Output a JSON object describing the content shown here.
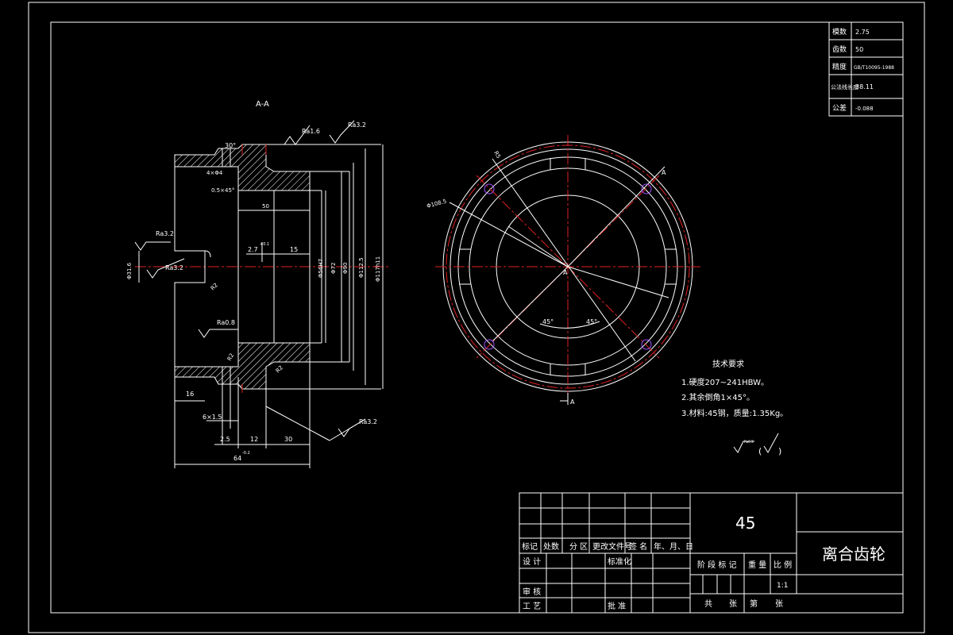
{
  "section_title": "A-A",
  "top_right_table": [
    {
      "label": "模数",
      "value": "2.75"
    },
    {
      "label": "齿数",
      "value": "50"
    },
    {
      "label": "精度",
      "value": "GB/T10095-1988"
    },
    {
      "label": "公法线长度",
      "value": "38.11"
    },
    {
      "label": "公差",
      "value": "-0.088"
    }
  ],
  "dims": {
    "angle_30": "30°",
    "rough_16": "Ra1.6",
    "rough_32a": "Ra3.2",
    "rough_32b": "Ra3.2",
    "rough_32c": "Ra3.2",
    "rough_08": "Ra0.8",
    "rough_32d": "Ra3.2",
    "chamfer_4x84": "4×Φ4",
    "chamfer_05": "0.5×45°",
    "dim_50": "50",
    "dim_27": "2.7",
    "dim_27_tol": "+0.1",
    "dim_15": "15",
    "dia_72": "Φ72",
    "dia_90": "Φ90",
    "dia_112": "Φ112.5",
    "dia_117": "Φ117h11",
    "dia_72_bore": "Φ56H7",
    "dia_left": "Φ31.6",
    "r2a": "R2",
    "r2b": "R2",
    "r2c": "R2",
    "dim_16": "16",
    "dim_6x15": "6×1.5",
    "dim_25": "2.5",
    "dim_12": "12",
    "dim_30": "30",
    "dim_64": "64",
    "dim_64_tol": "-0.2",
    "dia_108": "Φ108.5",
    "r15": "R5",
    "label_a1": "A",
    "label_a2": "A",
    "label_center": "A",
    "angle_45a": "45°",
    "angle_45b": "45°"
  },
  "tech_req": {
    "title": "技术要求",
    "lines": [
      "1.硬度207~241HBW。",
      "2.其余倒角1×45°。",
      "3.材料:45钢，质量:1.35Kg。"
    ]
  },
  "roughness_other": "Ra6.3",
  "title_block": {
    "material": "45",
    "part_name": "离合齿轮",
    "header_cells": [
      "标记",
      "处数",
      "分 区",
      "更改文件号",
      "签 名",
      "年、月、日"
    ],
    "design": "设 计",
    "standardize": "标准化",
    "review": "审 核",
    "process": "工 艺",
    "approve": "批 准",
    "stage_mark": "阶 段 标 记",
    "weight": "重 量",
    "scale_label": "比 例",
    "scale": "1:1",
    "total": "共",
    "sheets": "张",
    "page": "第",
    "sheet2": "张"
  }
}
